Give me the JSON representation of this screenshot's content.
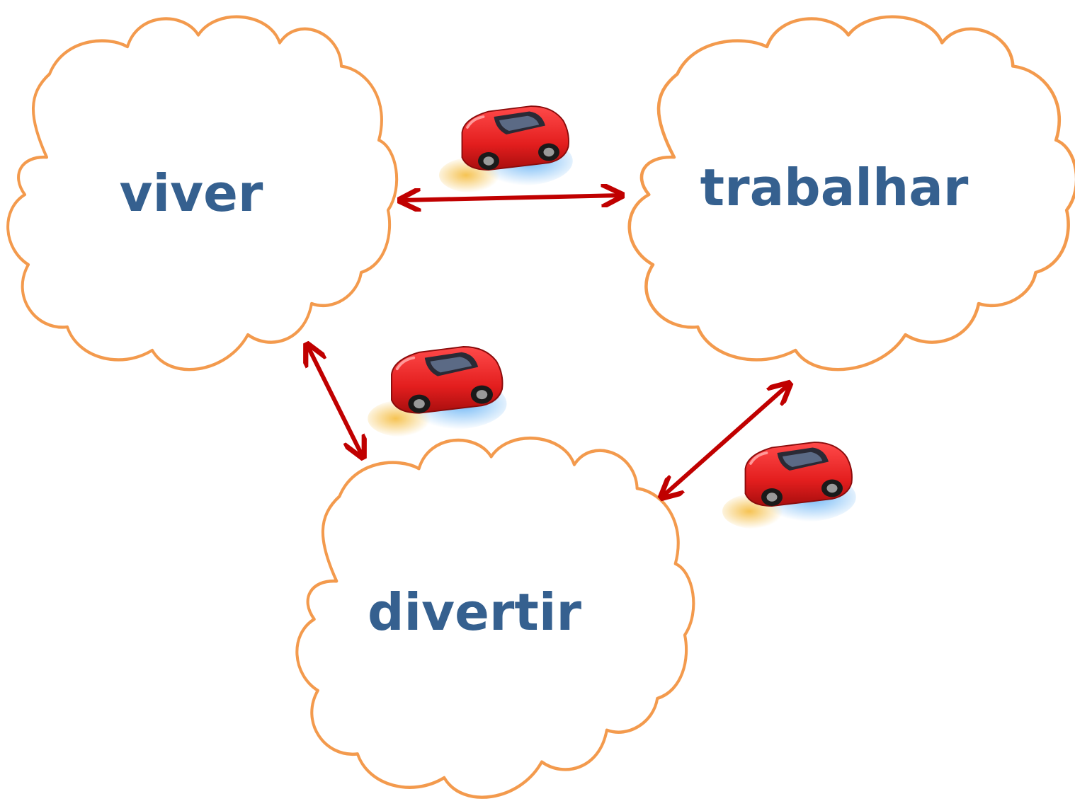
{
  "diagram": {
    "nodes": [
      {
        "id": "viver",
        "label": "viver",
        "shape": "cloud"
      },
      {
        "id": "trabalhar",
        "label": "trabalhar",
        "shape": "cloud"
      },
      {
        "id": "divertir",
        "label": "divertir",
        "shape": "cloud"
      }
    ],
    "edges": [
      {
        "from": "viver",
        "to": "trabalhar",
        "direction": "both"
      },
      {
        "from": "viver",
        "to": "divertir",
        "direction": "both"
      },
      {
        "from": "trabalhar",
        "to": "divertir",
        "direction": "both"
      }
    ],
    "icons": [
      "red-car-icon",
      "red-car-icon",
      "red-car-icon"
    ]
  },
  "colors": {
    "cloud_outline": "#F39A4D",
    "label_text": "#35608F",
    "arrow": "#C00000",
    "car_body": "#E31E1E"
  }
}
